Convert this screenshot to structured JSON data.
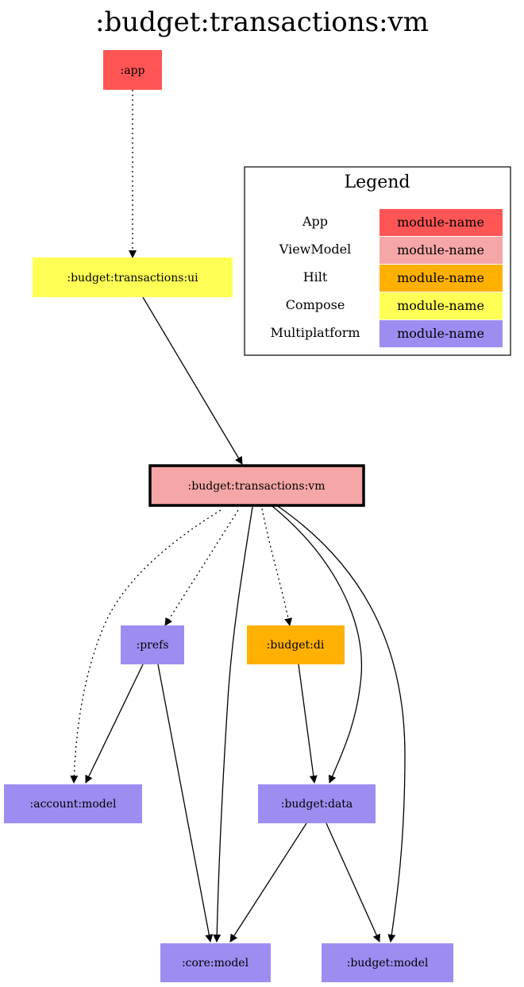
{
  "title": ":budget:transactions:vm",
  "colors": {
    "app": "#ff5555",
    "viewmodel": "#f5a6a6",
    "hilt": "#ffb000",
    "compose": "#ffff55",
    "multiplatform": "#9d8df1"
  },
  "nodes": {
    "app": ":app",
    "transactions_ui": ":budget:transactions:ui",
    "transactions_vm": ":budget:transactions:vm",
    "prefs": ":prefs",
    "budget_di": ":budget:di",
    "account_model": ":account:model",
    "budget_data": ":budget:data",
    "core_model": ":core:model",
    "budget_model": ":budget:model"
  },
  "legend": {
    "title": "Legend",
    "rows": [
      {
        "key": "App",
        "sample": "module-name",
        "color": "#ff5555"
      },
      {
        "key": "ViewModel",
        "sample": "module-name",
        "color": "#f5a6a6"
      },
      {
        "key": "Hilt",
        "sample": "module-name",
        "color": "#ffb000"
      },
      {
        "key": "Compose",
        "sample": "module-name",
        "color": "#ffff55"
      },
      {
        "key": "Multiplatform",
        "sample": "module-name",
        "color": "#9d8df1"
      }
    ]
  }
}
